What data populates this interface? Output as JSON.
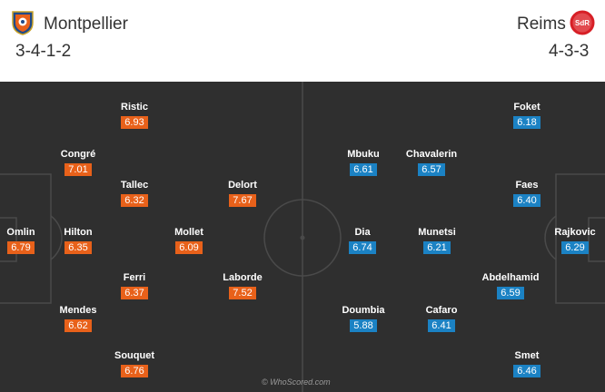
{
  "home": {
    "name": "Montpellier",
    "formation": "3-4-1-2",
    "color": "#e8611a",
    "crest_icon": "montpellier-crest-icon",
    "players": [
      {
        "name": "Ristic",
        "rating": "6.93"
      },
      {
        "name": "Congré",
        "rating": "7.01"
      },
      {
        "name": "Tallec",
        "rating": "6.32"
      },
      {
        "name": "Delort",
        "rating": "7.67"
      },
      {
        "name": "Omlin",
        "rating": "6.79"
      },
      {
        "name": "Hilton",
        "rating": "6.35"
      },
      {
        "name": "Mollet",
        "rating": "6.09"
      },
      {
        "name": "Ferri",
        "rating": "6.37"
      },
      {
        "name": "Laborde",
        "rating": "7.52"
      },
      {
        "name": "Mendes",
        "rating": "6.62"
      },
      {
        "name": "Souquet",
        "rating": "6.76"
      }
    ]
  },
  "away": {
    "name": "Reims",
    "formation": "4-3-3",
    "color": "#1b82c4",
    "crest_icon": "reims-crest-icon",
    "players": [
      {
        "name": "Foket",
        "rating": "6.18"
      },
      {
        "name": "Mbuku",
        "rating": "6.61"
      },
      {
        "name": "Chavalerin",
        "rating": "6.57"
      },
      {
        "name": "Faes",
        "rating": "6.40"
      },
      {
        "name": "Dia",
        "rating": "6.74"
      },
      {
        "name": "Munetsi",
        "rating": "6.21"
      },
      {
        "name": "Rajkovic",
        "rating": "6.29"
      },
      {
        "name": "Abdelhamid",
        "rating": "6.59"
      },
      {
        "name": "Doumbia",
        "rating": "5.88"
      },
      {
        "name": "Cafaro",
        "rating": "6.41"
      },
      {
        "name": "Smet",
        "rating": "6.46"
      }
    ]
  },
  "pitch_color": "#2f2f2f",
  "watermark": "© WhoScored.com"
}
